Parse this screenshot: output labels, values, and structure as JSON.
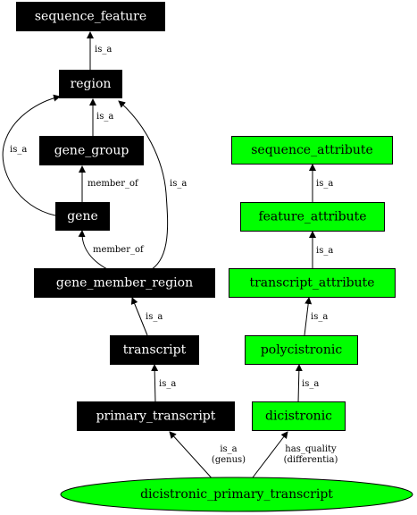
{
  "colors": {
    "dark_node_fill": "#000000",
    "dark_node_text": "#ffffff",
    "green_node_fill": "#00ff00",
    "green_node_text": "#000000",
    "edge": "#000000"
  },
  "nodes": {
    "sequence_feature": "sequence_feature",
    "region": "region",
    "gene_group": "gene_group",
    "gene": "gene",
    "gene_member_region": "gene_member_region",
    "transcript": "transcript",
    "primary_transcript": "primary_transcript",
    "sequence_attribute": "sequence_attribute",
    "feature_attribute": "feature_attribute",
    "transcript_attribute": "transcript_attribute",
    "polycistronic": "polycistronic",
    "dicistronic": "dicistronic",
    "dicistronic_primary_transcript": "dicistronic_primary_transcript"
  },
  "edges": {
    "region_to_sequence_feature": "is_a",
    "gene_group_to_region": "is_a",
    "gene_to_region": "is_a",
    "gene_member_region_to_region": "is_a",
    "gene_to_gene_group": "member_of",
    "gene_member_region_to_gene": "member_of",
    "transcript_to_gene_member_region": "is_a",
    "primary_transcript_to_transcript": "is_a",
    "feature_attribute_to_sequence_attribute": "is_a",
    "transcript_attribute_to_feature_attribute": "is_a",
    "polycistronic_to_transcript_attribute": "is_a",
    "dicistronic_to_polycistronic": "is_a",
    "genus_label": "is_a",
    "genus_sublabel": "(genus)",
    "differentia_label": "has_quality",
    "differentia_sublabel": "(differentia)"
  }
}
